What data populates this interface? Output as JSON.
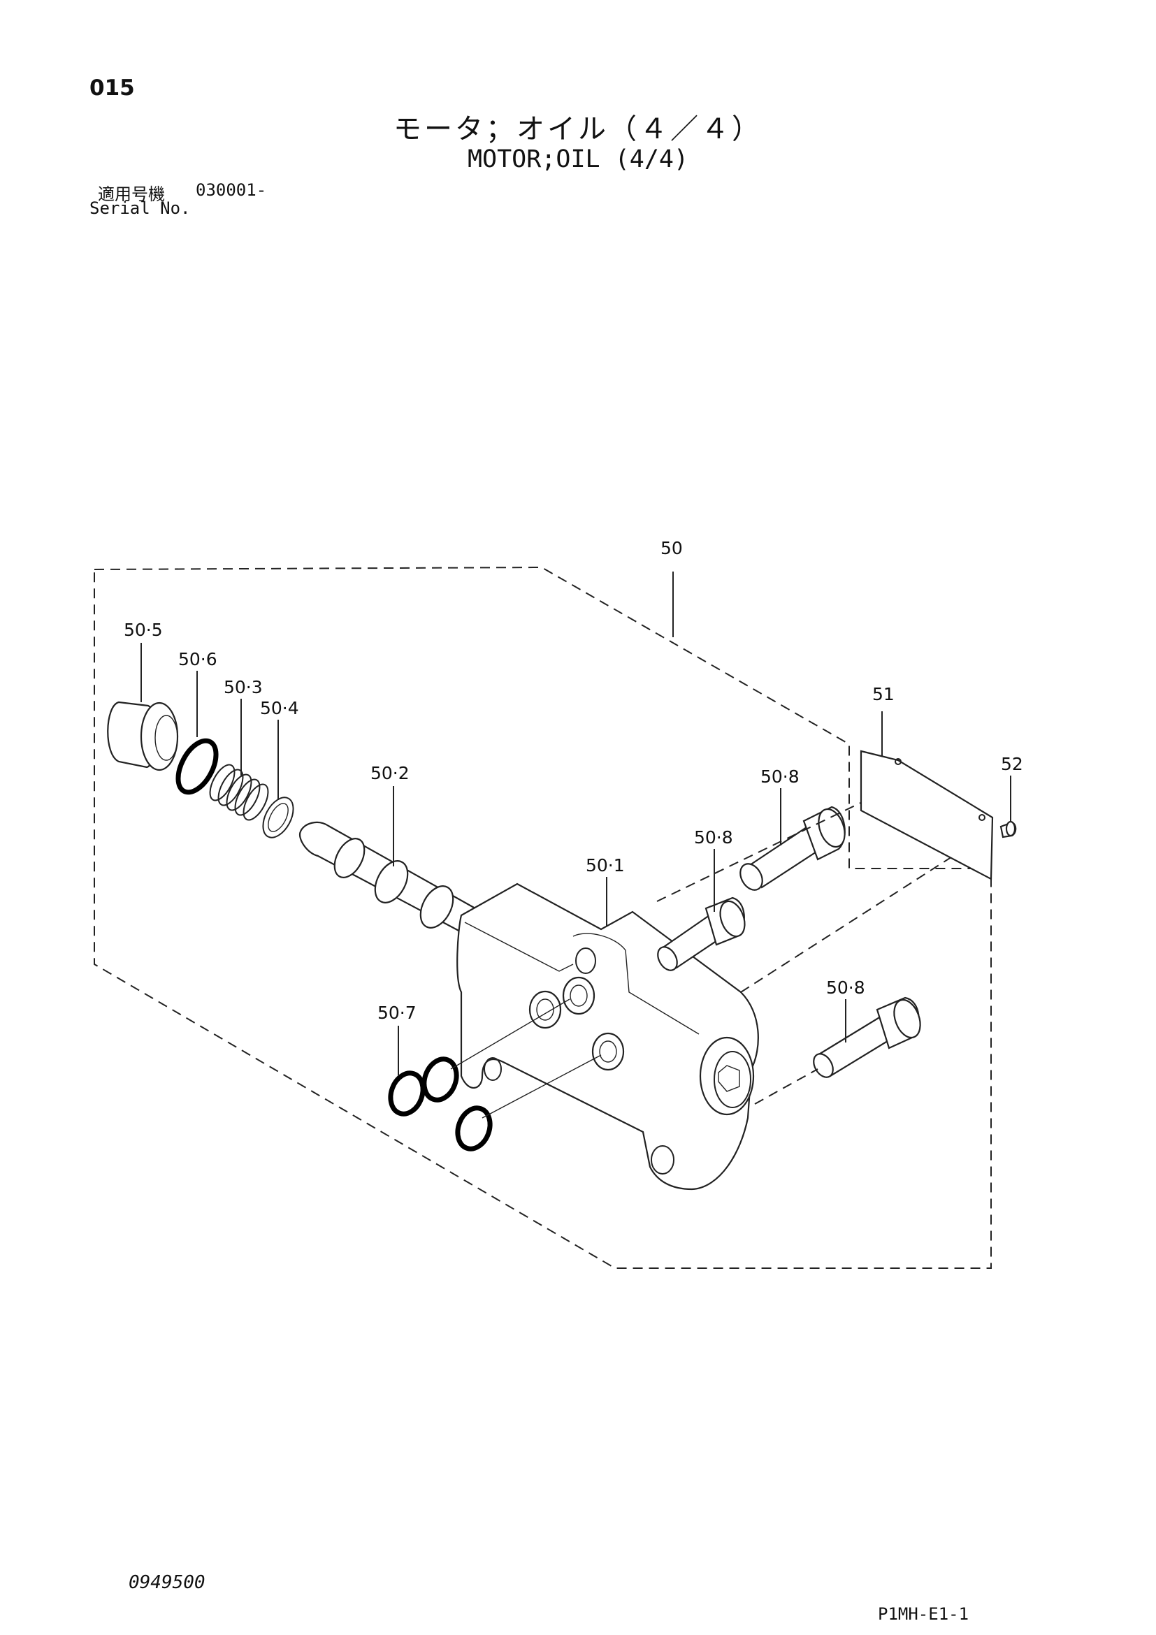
{
  "header": {
    "page_number": "015",
    "title_jp": "モータ；オイル（４／４）",
    "title_en": "MOTOR;OIL (4/4)",
    "serial_label_jp": "適用号機",
    "serial_value": "030001-",
    "serial_label_en": "Serial No."
  },
  "callouts": {
    "c50": "50",
    "c50_1": "50·1",
    "c50_2": "50·2",
    "c50_3": "50·3",
    "c50_4": "50·4",
    "c50_5": "50·5",
    "c50_6": "50·6",
    "c50_7": "50·7",
    "c50_8a": "50·8",
    "c50_8b": "50·8",
    "c50_8c": "50·8",
    "c51": "51",
    "c52": "52"
  },
  "footer": {
    "document_number": "0949500",
    "figure_code": "P1MH-E1-1"
  }
}
